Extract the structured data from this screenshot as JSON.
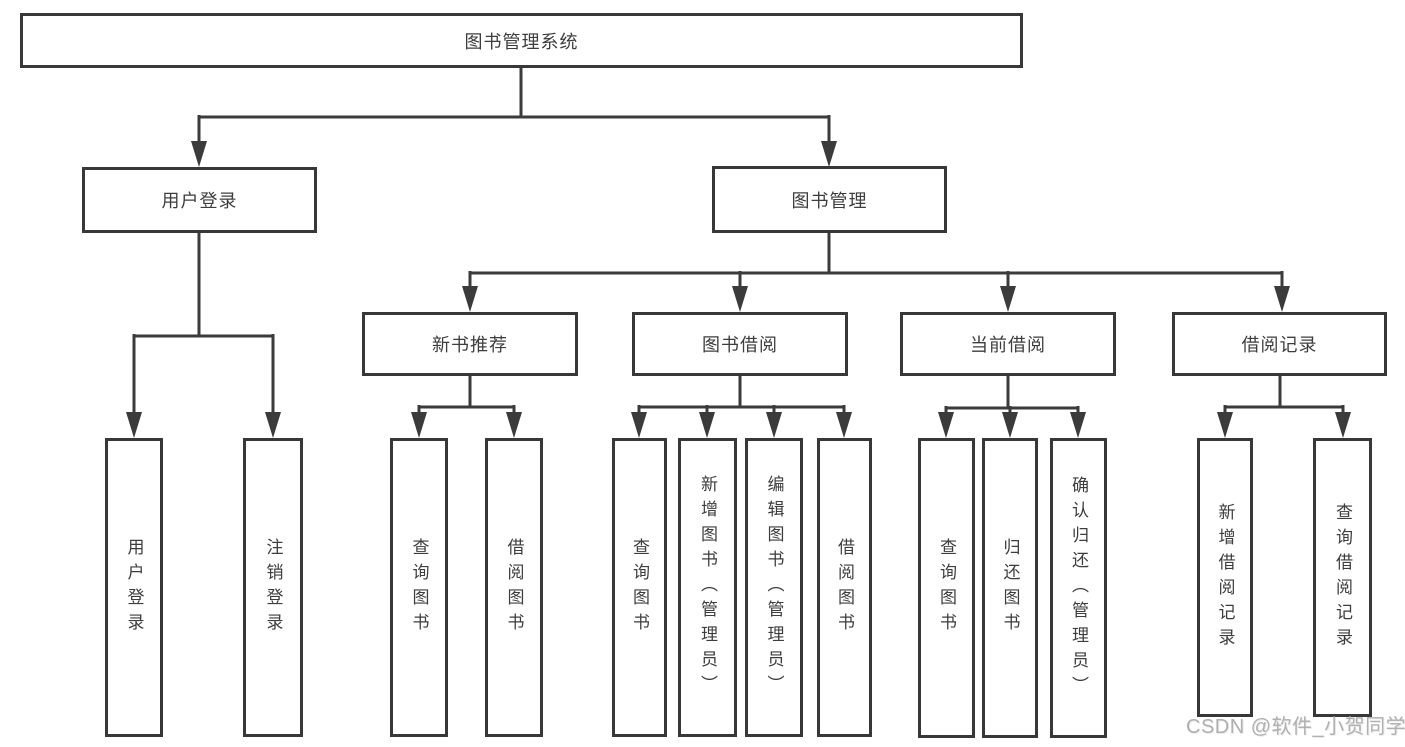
{
  "diagram": {
    "root": "图书管理系统",
    "level2": {
      "user_login": "用户登录",
      "book_management": "图书管理"
    },
    "user_login_children": {
      "login": "用户登录",
      "logout": "注销登录"
    },
    "book_management_children": {
      "new_book_rec": "新书推荐",
      "book_borrow": "图书借阅",
      "current_borrow": "当前借阅",
      "borrow_records": "借阅记录"
    },
    "new_book_rec_children": {
      "query_book": "查询图书",
      "borrow_book": "借阅图书"
    },
    "book_borrow_children": {
      "query_book": "查询图书",
      "add_book": "新增图书（管理员）",
      "edit_book": "编辑图书（管理员）",
      "borrow_book": "借阅图书"
    },
    "current_borrow_children": {
      "query_book": "查询图书",
      "return_book": "归还图书",
      "confirm_return": "确认归还（管理员）"
    },
    "borrow_records_children": {
      "add_record": "新增借阅记录",
      "query_record": "查询借阅记录"
    },
    "watermark": "CSDN @软件_小贺同学",
    "colors": {
      "line": "#3b3b3b",
      "box_border": "#383838",
      "text": "#3d3d3d",
      "watermark": "#b0b0b0",
      "background": "#ffffff"
    }
  }
}
